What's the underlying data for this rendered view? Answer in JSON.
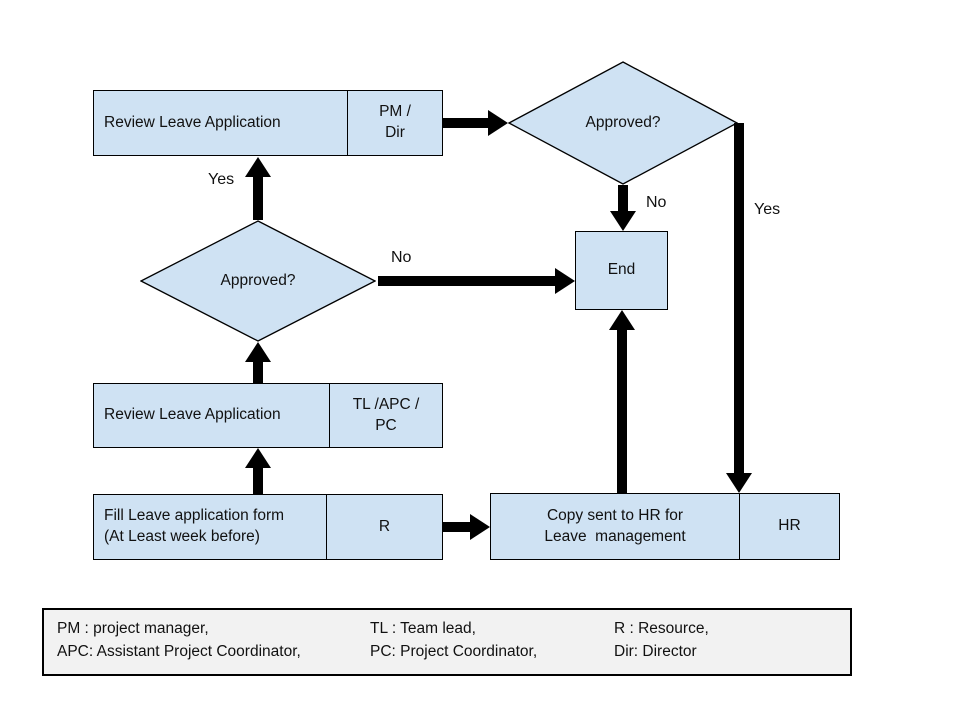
{
  "colors": {
    "node_fill": "#cfe2f3",
    "node_border": "#000000",
    "arrow_color": "#000000",
    "legend_bg": "#f2f2f2",
    "text_color": "#111111",
    "background": "#ffffff"
  },
  "nodes": {
    "review_top": {
      "label": "Review Leave Application",
      "role": "PM /\nDir"
    },
    "approved_top": {
      "label": "Approved?"
    },
    "end": {
      "label": "End"
    },
    "approved_mid": {
      "label": "Approved?"
    },
    "review_mid": {
      "label": "Review Leave Application",
      "role": "TL /APC /\nPC"
    },
    "fill_form": {
      "label": "Fill Leave application form\n(At Least week before)",
      "role": "R"
    },
    "copy_hr": {
      "label": "Copy sent to HR for\nLeave  management",
      "role": "HR"
    }
  },
  "edge_labels": {
    "yes_mid_to_review_top": "Yes",
    "no_top_to_end": "No",
    "yes_top_to_hr": "Yes",
    "no_mid_to_end": "No"
  },
  "legend": {
    "rows": [
      [
        "PM : project manager,",
        "TL : Team lead,",
        "R : Resource,"
      ],
      [
        "APC: Assistant Project Coordinator,",
        "PC: Project Coordinator,",
        "Dir: Director"
      ]
    ]
  }
}
